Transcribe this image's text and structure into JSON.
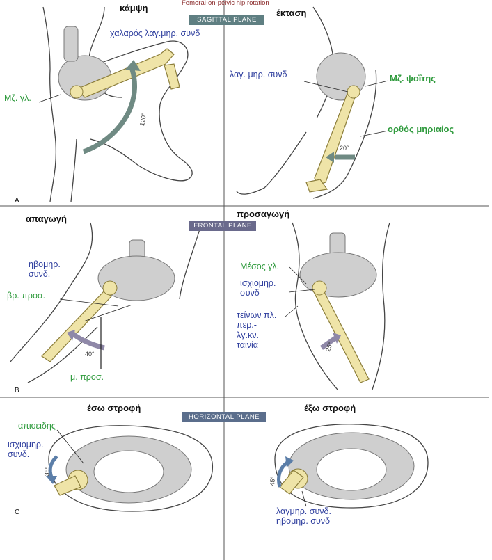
{
  "figure": {
    "top_caption": "Femoral-on-pelvic hip rotation",
    "planes": {
      "sagittal": "SAGITTAL PLANE",
      "frontal": "FRONTAL PLANE",
      "horizontal": "HORIZONTAL PLANE"
    },
    "panel_letters": {
      "a": "A",
      "b": "B",
      "c": "C"
    },
    "colors": {
      "bone": "#efe4a8",
      "bone_edge": "#8b7d3a",
      "pelvis": "#cfcfcf",
      "arrow": "#6f8a83",
      "arrow_b": "#8f88a8",
      "plane_box": "#5f7f82",
      "plane_box_blue": "#5b6e8c",
      "plane_box_purple": "#6a6a8c",
      "label_blue": "#2f3f9e",
      "label_green": "#2e9a3c"
    }
  },
  "panel_a": {
    "left": {
      "title": "κάμψη",
      "angle": "120°",
      "label_ligament": "χαλαρός λαγ.μηρ. συνδ",
      "label_muscle": "Μζ. γλ."
    },
    "right": {
      "title": "έκταση",
      "angle": "20°",
      "label_ligament": "λαγ. μηρ. συνδ",
      "label_muscle_1": "Μζ. ψοΐτης",
      "label_muscle_2": "ορθός μηριαίος"
    }
  },
  "panel_b": {
    "left": {
      "title": "απαγωγή",
      "angle": "40°",
      "label_ligament": "ηβομηρ.\nσυνδ.",
      "label_muscle_1": "βρ. προσ.",
      "label_muscle_2": "μ. προσ."
    },
    "right": {
      "title": "προσαγωγή",
      "angle": "25°",
      "label_muscle": "Μέσος γλ.",
      "label_ligament": "ισχιομηρ.\nσυνδ",
      "label_band": "τείνων πλ.\nπερ.-\nλγ.κν.\nταινία"
    }
  },
  "panel_c": {
    "left": {
      "title": "έσω στροφή",
      "angle": "35°",
      "label_muscle": "απιοειδής",
      "label_ligament": "ισχιομηρ.\nσυνδ."
    },
    "right": {
      "title": "έξω στροφή",
      "angle": "45°",
      "label_ligaments": "λαγμηρ. συνδ.\nηβομηρ. συνδ"
    }
  }
}
